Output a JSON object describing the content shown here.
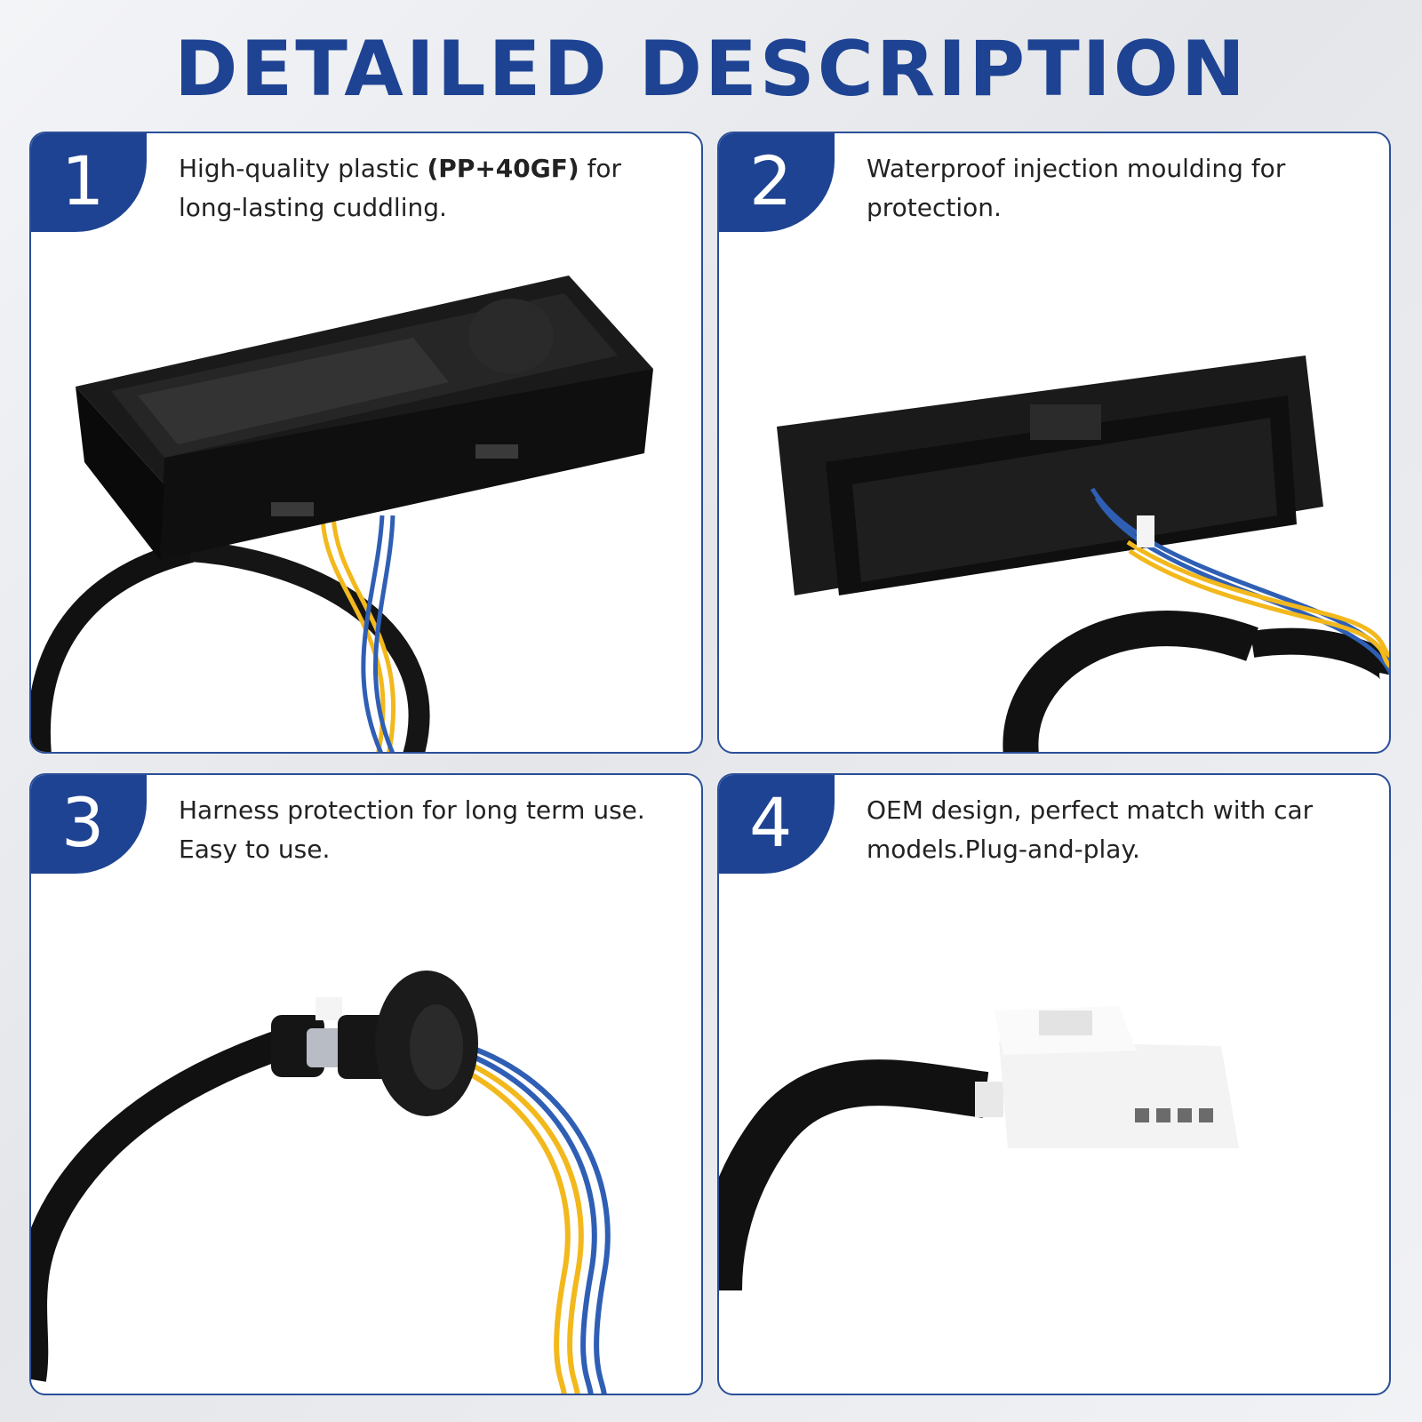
{
  "title": "DETAILED DESCRIPTION",
  "colors": {
    "accent": "#1e4393",
    "border": "#2b4f98",
    "wire_yellow": "#f2b81c",
    "wire_blue": "#2f5fb4"
  },
  "cards": [
    {
      "number": "1",
      "text_before": "High-quality plastic ",
      "text_bold": "(PP+40GF)",
      "text_after": " for long-lasting cuddling.",
      "image": "trunk release switch with wiring harness"
    },
    {
      "number": "2",
      "text": "Waterproof injection moulding for protection.",
      "image": "switch back side with sealed wiring"
    },
    {
      "number": "3",
      "text": "Harness protection for long term use. Easy to use.",
      "image": "rubber grommet on harness"
    },
    {
      "number": "4",
      "text": "OEM design, perfect match with car models.Plug-and-play.",
      "image": "white 4-pin connector on harness"
    }
  ]
}
